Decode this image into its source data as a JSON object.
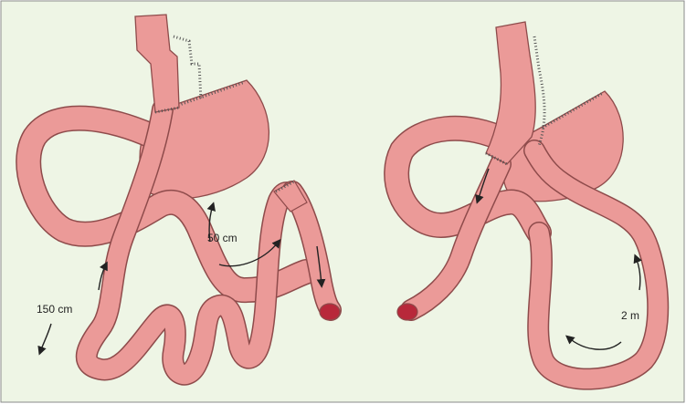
{
  "colors": {
    "background": "#eef5e5",
    "tissue_fill": "#eb9a98",
    "tissue_edge": "#8e4b4b",
    "lumen": "#b8283a",
    "staple_line": "#555555",
    "arrow": "#222222"
  },
  "left_panel": {
    "labels": {
      "limb_a": "150 cm",
      "limb_b": "50 cm"
    }
  },
  "right_panel": {
    "labels": {
      "limb_c": "2 m"
    }
  }
}
